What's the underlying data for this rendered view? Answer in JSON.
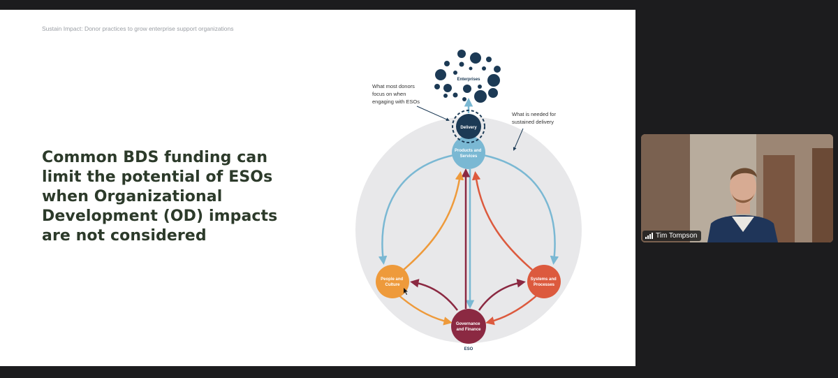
{
  "slide": {
    "header": "Sustain Impact: Donor practices to grow enterprise support organizations",
    "title": "Common BDS funding can limit the potential of ESOs when Organizational Development (OD) impacts are not considered"
  },
  "diagram": {
    "enterprises_label": "Enterprises",
    "annotation_left": [
      "What most donors",
      "focus on when",
      "engaging with ESOs"
    ],
    "annotation_right": [
      "What is needed for",
      "sustained delivery"
    ],
    "delivery_label": "Delivery",
    "products_label": [
      "Products and",
      "Services"
    ],
    "people_label": [
      "People and",
      "Culture"
    ],
    "systems_label": [
      "Systems and",
      "Processes"
    ],
    "governance_label": [
      "Governance",
      "and Finance"
    ],
    "eso_label": "ESO",
    "colors": {
      "navy": "#1c3a55",
      "light_blue": "#7ab8d3",
      "orange": "#ee9a3b",
      "red_orange": "#dc5a3e",
      "maroon": "#8b2942",
      "circle_bg": "#e8e8ea"
    }
  },
  "video": {
    "participant_name": "Tim Tompson",
    "signal_icon": "signal-bars-icon"
  }
}
